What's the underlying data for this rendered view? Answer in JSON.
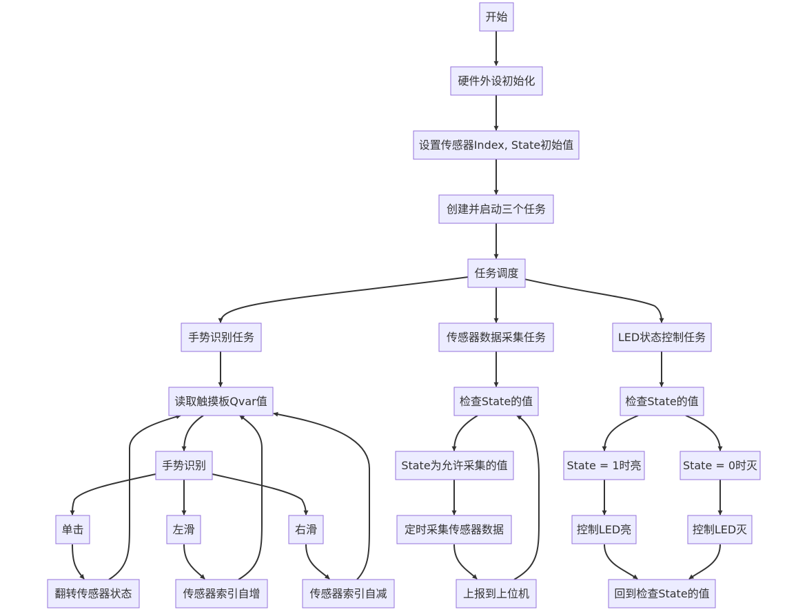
{
  "nodes": {
    "start": "开始",
    "hw_init": "硬件外设初始化",
    "set_init": "设置传感器Index, State初始值",
    "create_tasks": "创建并启动三个任务",
    "schedule": "任务调度",
    "gesture_task": "手势识别任务",
    "sensor_task": "传感器数据采集任务",
    "led_task": "LED状态控制任务",
    "read_qvar": "读取触摸板Qvar值",
    "gesture_recog": "手势识别",
    "single_click": "单击",
    "swipe_left": "左滑",
    "swipe_right": "右滑",
    "toggle_sensor": "翻转传感器状态",
    "index_inc": "传感器索引自增",
    "index_dec": "传感器索引自减",
    "check_state_mid": "检查State的值",
    "state_allowed": "State为允许采集的值",
    "timed_collect": "定时采集传感器数据",
    "report_host": "上报到上位机",
    "check_state_led": "检查State的值",
    "state_on": "State = 1时亮",
    "state_off": "State = 0时灭",
    "led_on": "控制LED亮",
    "led_off": "控制LED灭",
    "back_check": "回到检查State的值"
  },
  "colors": {
    "node_fill": "#ececff",
    "node_stroke": "#9370db",
    "edge": "#333333",
    "text": "#333333"
  }
}
